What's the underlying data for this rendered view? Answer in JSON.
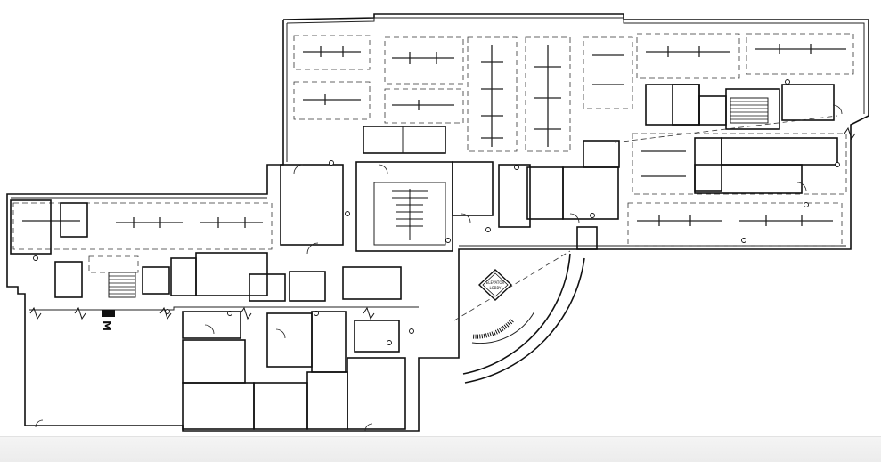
{
  "drawing": {
    "north_arrow_letter": "M",
    "elevator_sign_line1": "ELEVATOR",
    "elevator_sign_line2": "LOBBY",
    "colors": {
      "line": "#111111",
      "background": "#ffffff",
      "footer": "#eeeeee"
    }
  }
}
